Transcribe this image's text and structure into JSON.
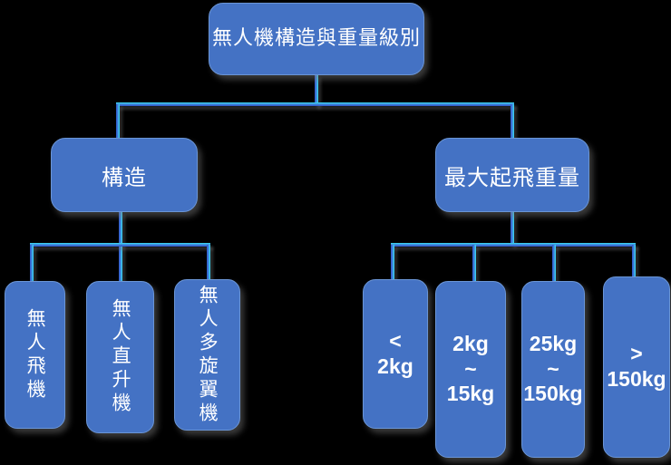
{
  "root": {
    "label": "無人機構造與重量級別"
  },
  "structure_branch": {
    "label": "構造",
    "leaves": [
      {
        "label": "無人飛機"
      },
      {
        "label": "無人直升機"
      },
      {
        "label": "無人多旋翼機"
      }
    ]
  },
  "weight_branch": {
    "label": "最大起飛重量",
    "leaves": [
      {
        "label": "<\n2kg"
      },
      {
        "label": "2kg\n~\n15kg"
      },
      {
        "label": "25kg\n~\n150kg"
      },
      {
        "label": ">\n150kg"
      }
    ]
  },
  "colors": {
    "background": "#000000",
    "box_fill": "#4472C4",
    "box_border": "#6a95d6",
    "text": "#FFFFFF",
    "connector_blue": "#3150C8",
    "connector_cyan": "#38E2F4",
    "shadow_gray": "#808080"
  }
}
